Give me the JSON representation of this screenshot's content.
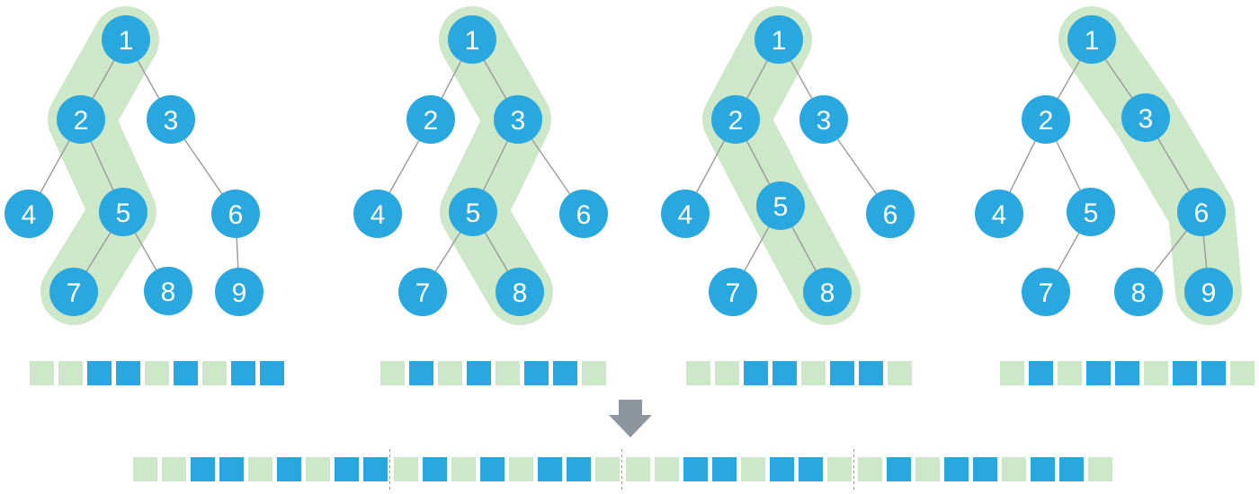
{
  "colors": {
    "node_fill": "#29a8e0",
    "node_text": "#ffffff",
    "edge": "#9a9a9a",
    "highlight_path": "#cde8c8",
    "cell_blue": "#29a8e0",
    "cell_green": "#cde8c8",
    "arrow": "#8d969f",
    "separator": "#999999"
  },
  "arrow_icon": "down-arrow-icon",
  "trees": [
    {
      "nodes": [
        {
          "id": "1",
          "label": "1"
        },
        {
          "id": "2",
          "label": "2"
        },
        {
          "id": "3",
          "label": "3"
        },
        {
          "id": "4",
          "label": "4"
        },
        {
          "id": "5",
          "label": "5"
        },
        {
          "id": "6",
          "label": "6"
        },
        {
          "id": "7",
          "label": "7"
        },
        {
          "id": "8",
          "label": "8"
        },
        {
          "id": "9",
          "label": "9"
        }
      ],
      "edges": [
        [
          "1",
          "2"
        ],
        [
          "1",
          "3"
        ],
        [
          "2",
          "4"
        ],
        [
          "2",
          "5"
        ],
        [
          "3",
          "6"
        ],
        [
          "5",
          "7"
        ],
        [
          "5",
          "8"
        ],
        [
          "6",
          "9"
        ]
      ],
      "highlight_path": [
        "1",
        "2",
        "5",
        "7"
      ],
      "cells": [
        "green",
        "green",
        "blue",
        "blue",
        "green",
        "blue",
        "green",
        "blue",
        "blue"
      ]
    },
    {
      "nodes": [
        {
          "id": "1",
          "label": "1"
        },
        {
          "id": "2",
          "label": "2"
        },
        {
          "id": "3",
          "label": "3"
        },
        {
          "id": "4",
          "label": "4"
        },
        {
          "id": "5",
          "label": "5"
        },
        {
          "id": "6",
          "label": "6"
        },
        {
          "id": "7",
          "label": "7"
        },
        {
          "id": "8",
          "label": "8"
        }
      ],
      "edges": [
        [
          "1",
          "2"
        ],
        [
          "1",
          "3"
        ],
        [
          "2",
          "4"
        ],
        [
          "3",
          "5"
        ],
        [
          "3",
          "6"
        ],
        [
          "5",
          "7"
        ],
        [
          "5",
          "8"
        ]
      ],
      "highlight_path": [
        "1",
        "3",
        "5",
        "8"
      ],
      "cells": [
        "green",
        "blue",
        "green",
        "blue",
        "green",
        "blue",
        "blue",
        "green"
      ]
    },
    {
      "nodes": [
        {
          "id": "1",
          "label": "1"
        },
        {
          "id": "2",
          "label": "2"
        },
        {
          "id": "3",
          "label": "3"
        },
        {
          "id": "4",
          "label": "4"
        },
        {
          "id": "5",
          "label": "5"
        },
        {
          "id": "6",
          "label": "6"
        },
        {
          "id": "7",
          "label": "7"
        },
        {
          "id": "8",
          "label": "8"
        }
      ],
      "edges": [
        [
          "1",
          "2"
        ],
        [
          "1",
          "3"
        ],
        [
          "2",
          "4"
        ],
        [
          "2",
          "5"
        ],
        [
          "3",
          "6"
        ],
        [
          "5",
          "7"
        ],
        [
          "5",
          "8"
        ]
      ],
      "highlight_path": [
        "1",
        "2",
        "5",
        "8"
      ],
      "cells": [
        "green",
        "green",
        "blue",
        "blue",
        "green",
        "blue",
        "blue",
        "green"
      ]
    },
    {
      "nodes": [
        {
          "id": "1",
          "label": "1"
        },
        {
          "id": "2",
          "label": "2"
        },
        {
          "id": "3",
          "label": "3"
        },
        {
          "id": "4",
          "label": "4"
        },
        {
          "id": "5",
          "label": "5"
        },
        {
          "id": "6",
          "label": "6"
        },
        {
          "id": "7",
          "label": "7"
        },
        {
          "id": "8",
          "label": "8"
        },
        {
          "id": "9",
          "label": "9"
        }
      ],
      "edges": [
        [
          "1",
          "2"
        ],
        [
          "1",
          "3"
        ],
        [
          "2",
          "4"
        ],
        [
          "2",
          "5"
        ],
        [
          "3",
          "6"
        ],
        [
          "5",
          "7"
        ],
        [
          "6",
          "8"
        ],
        [
          "6",
          "9"
        ]
      ],
      "highlight_path": [
        "1",
        "3",
        "6",
        "9"
      ],
      "cells": [
        "green",
        "blue",
        "green",
        "blue",
        "blue",
        "green",
        "blue",
        "blue",
        "green"
      ]
    }
  ]
}
